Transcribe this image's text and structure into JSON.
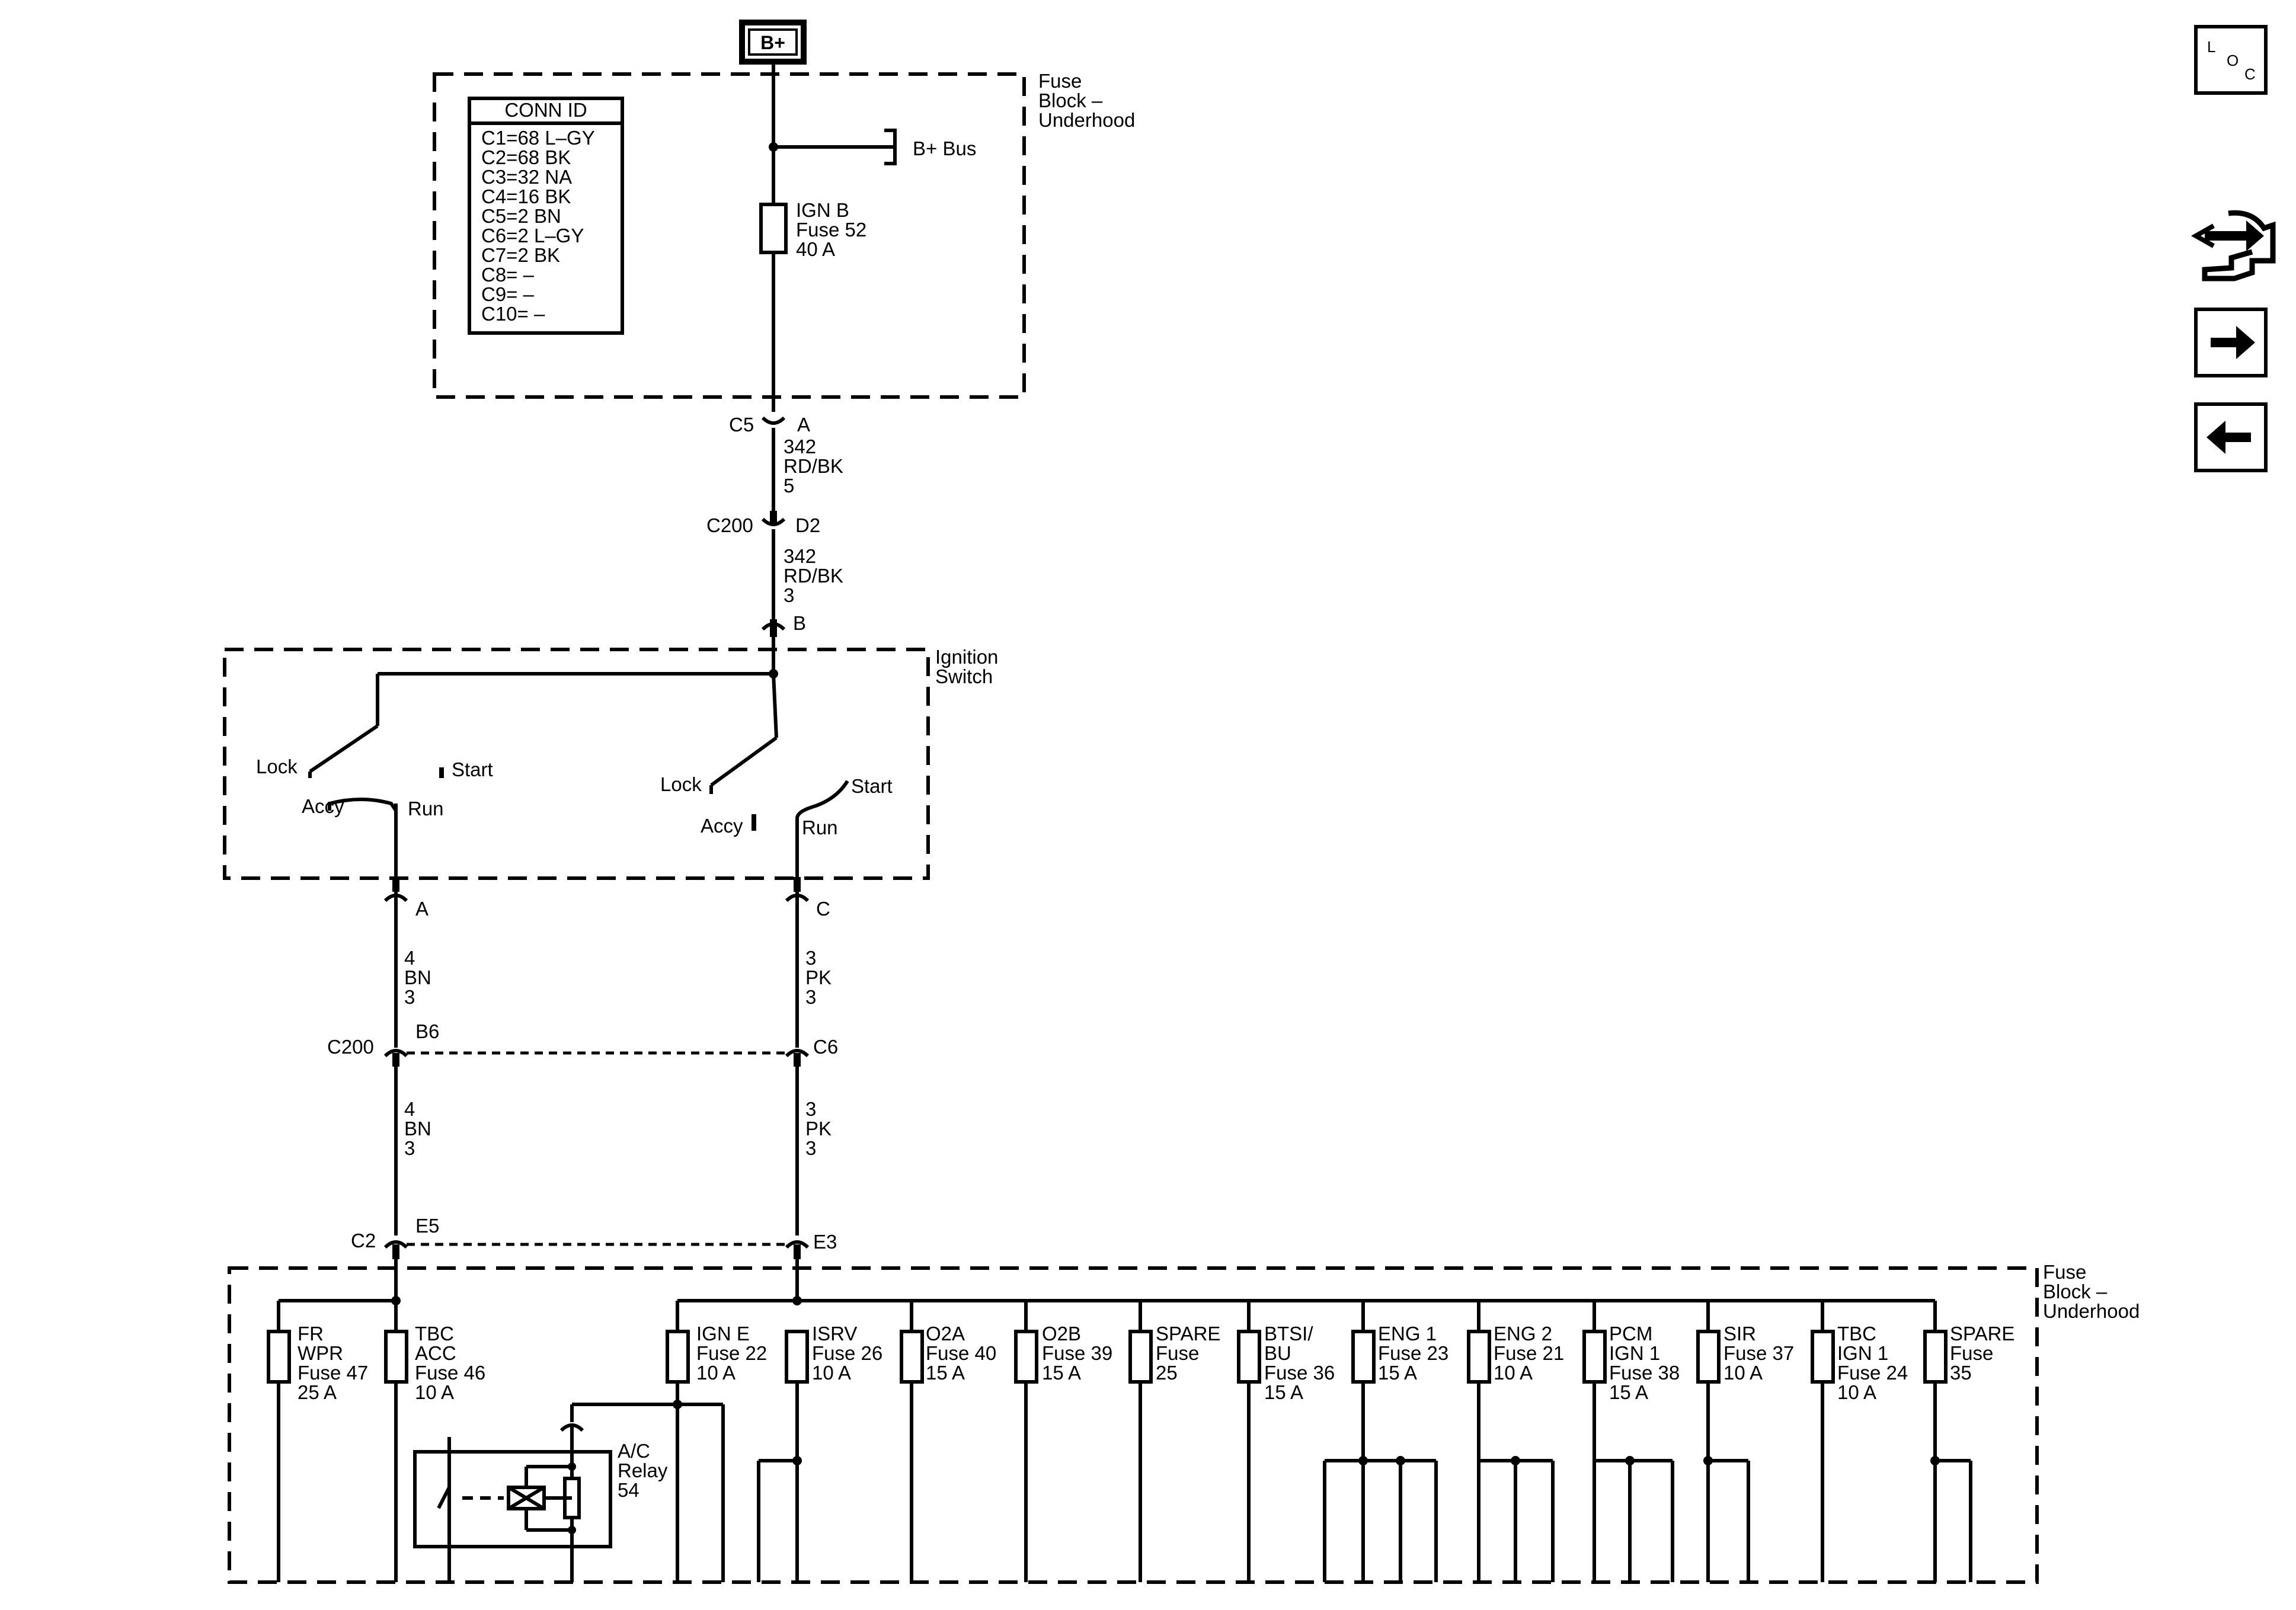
{
  "power": {
    "bplus": "B+",
    "bplus_bus": "B+ Bus"
  },
  "fuse_block_top": {
    "label": [
      "Fuse",
      "Block –",
      "Underhood"
    ],
    "conn_id": {
      "title": "CONN ID",
      "rows": [
        "C1=68 L–GY",
        "C2=68 BK",
        "C3=32 NA",
        "C4=16 BK",
        "C5=2 BN",
        "C6=2 L–GY",
        "C7=2 BK",
        "C8= –",
        "C9= –",
        "C10= –"
      ]
    },
    "fuse": [
      "IGN B",
      "Fuse 52",
      "40 A"
    ]
  },
  "wire_top": {
    "conn_c5": "C5",
    "pin_a": "A",
    "wire1": [
      "342",
      "RD/BK",
      "5"
    ],
    "conn_c200": "C200",
    "pin_d2": "D2",
    "wire2": [
      "342",
      "RD/BK",
      "3"
    ],
    "pin_b": "B"
  },
  "ignition_switch": {
    "label": [
      "Ignition",
      "Switch"
    ],
    "left": {
      "lock": "Lock",
      "start": "Start",
      "accy": "Accy",
      "run": "Run"
    },
    "right": {
      "lock": "Lock",
      "start": "Start",
      "accy": "Accy",
      "run": "Run"
    },
    "pin_a": "A",
    "pin_c": "C"
  },
  "wires_mid": {
    "left1": [
      "4",
      "BN",
      "3"
    ],
    "right1": [
      "3",
      "PK",
      "3"
    ],
    "conn_c200": "C200",
    "pin_b6": "B6",
    "pin_c6": "C6",
    "left2": [
      "4",
      "BN",
      "3"
    ],
    "right2": [
      "3",
      "PK",
      "3"
    ],
    "conn_c2": "C2",
    "pin_e5": "E5",
    "pin_e3": "E3"
  },
  "fuse_block_bottom": {
    "label": [
      "Fuse",
      "Block –",
      "Underhood"
    ],
    "fuses": [
      [
        "FR",
        "WPR",
        "Fuse 47",
        "25 A"
      ],
      [
        "TBC",
        "ACC",
        "Fuse 46",
        "10 A"
      ],
      [
        "IGN E",
        "Fuse 22",
        "10 A"
      ],
      [
        "ISRV",
        "Fuse 26",
        "10 A"
      ],
      [
        "O2A",
        "Fuse 40",
        "15 A"
      ],
      [
        "O2B",
        "Fuse 39",
        "15 A"
      ],
      [
        "SPARE",
        "Fuse",
        "25"
      ],
      [
        "BTSI/",
        "BU",
        "Fuse 36",
        "15 A"
      ],
      [
        "ENG 1",
        "Fuse 23",
        "15 A"
      ],
      [
        "ENG 2",
        "Fuse 21",
        "10 A"
      ],
      [
        "PCM",
        "IGN 1",
        "Fuse 38",
        "15 A"
      ],
      [
        "SIR",
        "Fuse 37",
        "10 A"
      ],
      [
        "TBC",
        "IGN 1",
        "Fuse 24",
        "10 A"
      ],
      [
        "SPARE",
        "Fuse",
        "35"
      ]
    ],
    "relay": [
      "A/C",
      "Relay",
      "54"
    ]
  },
  "nav": {
    "loc": {
      "l": "L",
      "o": "O",
      "c": "C"
    },
    "icons": [
      "connector-view-icon",
      "next-arrow-icon",
      "previous-arrow-icon"
    ]
  }
}
